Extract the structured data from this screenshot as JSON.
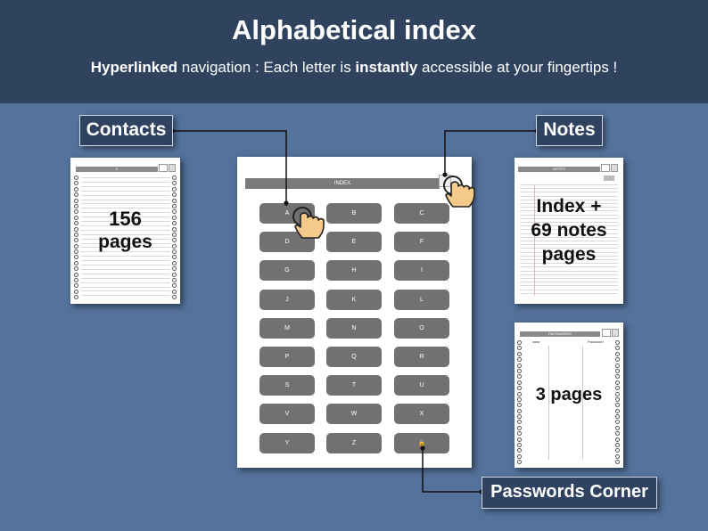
{
  "header": {
    "title": "Alphabetical index",
    "subtitle_bold_1": "Hyperlinked",
    "subtitle_text_1": " navigation : Each letter is ",
    "subtitle_bold_2": "instantly",
    "subtitle_text_2": " accessible at your fingertips !"
  },
  "callouts": {
    "contacts": "Contacts",
    "notes": "Notes",
    "passwords": "Passwords Corner"
  },
  "contacts_page": {
    "header_letter": "A",
    "big_line_1": "156",
    "big_line_2": "pages"
  },
  "notes_page": {
    "header": "NOTES",
    "big_line_1": "Index +",
    "big_line_2": "69 notes",
    "big_line_3": "pages"
  },
  "passwords_page": {
    "header": "PASSWORDS",
    "col_www": "www",
    "col_password": "Password",
    "big_text": "3 pages"
  },
  "index_page": {
    "header": "INDEX",
    "letters": [
      "A",
      "B",
      "C",
      "D",
      "E",
      "F",
      "G",
      "H",
      "I",
      "J",
      "K",
      "L",
      "M",
      "N",
      "O",
      "P",
      "Q",
      "R",
      "S",
      "T",
      "U",
      "V",
      "W",
      "X",
      "Y",
      "Z",
      "🔒"
    ]
  },
  "colors": {
    "background": "#54729b",
    "header_band": "#30435e",
    "button": "#717171",
    "callout": "#2f4360"
  },
  "icons": [
    "hand-pointer-icon",
    "lock-icon"
  ]
}
